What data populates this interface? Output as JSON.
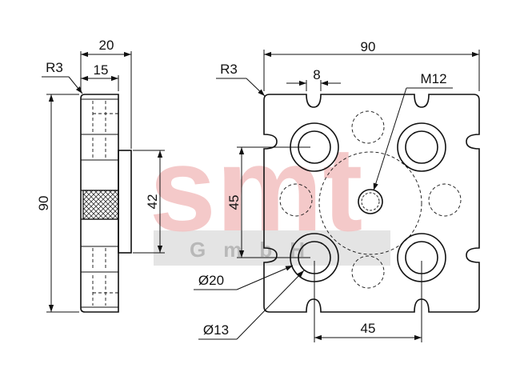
{
  "watermark": {
    "brand": "smt",
    "sub": "GmbH",
    "brand_color": "#f3c0c0",
    "sub_color": "#cfcfcf"
  },
  "side_view": {
    "dim_width": "20",
    "dim_inner": "15",
    "dim_height": "90",
    "dim_hub": "42",
    "radius": "R3"
  },
  "front_view": {
    "dim_width": "90",
    "dim_slot": "8",
    "thread": "M12",
    "radius": "R3",
    "dim_vert": "45",
    "dim_horiz": "45",
    "hole_outer": "Ø20",
    "hole_inner": "Ø13"
  }
}
